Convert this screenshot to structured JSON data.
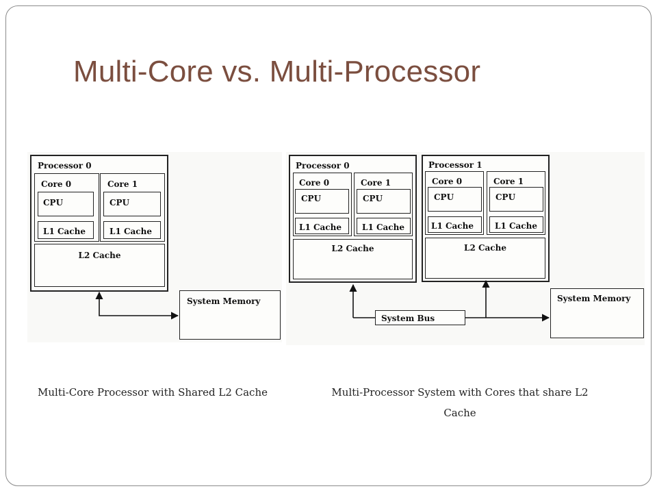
{
  "slide": {
    "title": "Multi-Core vs. Multi-Processor"
  },
  "left_diagram": {
    "processor_label": "Processor 0",
    "cores": [
      {
        "label": "Core 0",
        "cpu": "CPU",
        "cache": "L1 Cache"
      },
      {
        "label": "Core 1",
        "cpu": "CPU",
        "cache": "L1 Cache"
      }
    ],
    "l2_label": "L2 Cache",
    "memory_label": "System Memory",
    "caption": "Multi-Core Processor with Shared L2 Cache"
  },
  "right_diagram": {
    "processors": [
      {
        "label": "Processor 0",
        "cores": [
          {
            "label": "Core 0",
            "cpu": "CPU",
            "cache": "L1 Cache"
          },
          {
            "label": "Core 1",
            "cpu": "CPU",
            "cache": "L1 Cache"
          }
        ],
        "l2_label": "L2 Cache"
      },
      {
        "label": "Processor 1",
        "cores": [
          {
            "label": "Core 0",
            "cpu": "CPU",
            "cache": "L1 Cache"
          },
          {
            "label": "Core 1",
            "cpu": "CPU",
            "cache": "L1 Cache"
          }
        ],
        "l2_label": "L2 Cache"
      }
    ],
    "bus_label": "System Bus",
    "memory_label": "System Memory",
    "caption": "Multi-Processor System with Cores that share L2 Cache"
  }
}
